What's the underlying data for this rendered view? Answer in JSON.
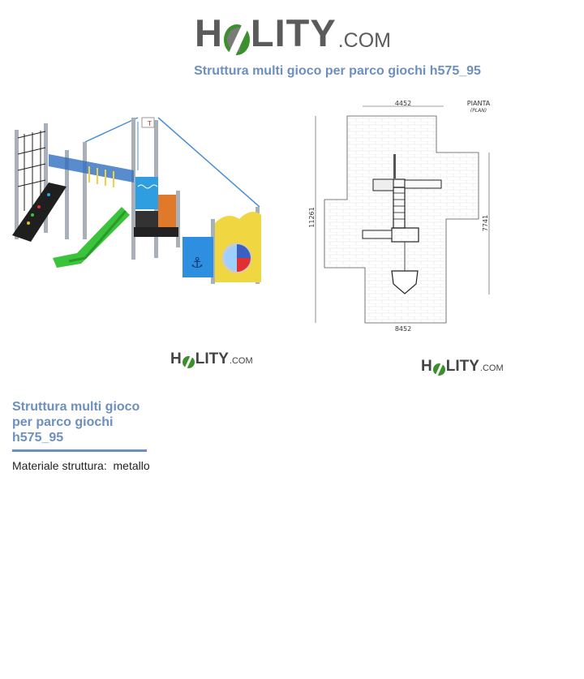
{
  "brand": {
    "logo_text_left": "H",
    "logo_text_right": "LITY",
    "logo_domain": ".COM",
    "colors": {
      "green": "#3b8f2c",
      "gray": "#5b5b5b",
      "accent_blue": "#6d8fbf"
    }
  },
  "header": {
    "title": "Struttura multi gioco per parco giochi h575_95"
  },
  "drawing": {
    "dim_top": "4452",
    "dim_bottom": "8452",
    "dim_left": "11261",
    "dim_right": "7741",
    "label_plan": "PIANTA",
    "label_plan_en": "(PLAN)"
  },
  "small_logos": [
    {
      "left": "H",
      "right": "LITY",
      "domain": ".COM"
    },
    {
      "left": "H",
      "right": "LITY",
      "domain": ".COM"
    }
  ],
  "product": {
    "title": "Struttura multi gioco per parco giochi h575_95",
    "spec_label": "Materiale struttura:",
    "spec_value": "metallo"
  }
}
